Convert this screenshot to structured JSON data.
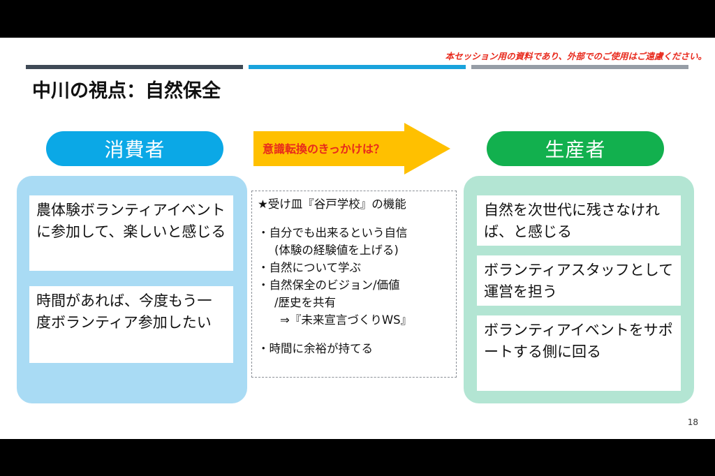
{
  "notice": "本セッション用の資料であり、外部でのご使用はご遠慮ください。",
  "title": "中川の視点：自然保全",
  "consumer": {
    "label": "消費者",
    "items": [
      "農体験ボランティアイベントに参加して、楽しいと感じる",
      "時間があれば、今度もう一度ボランティア参加したい"
    ]
  },
  "arrow_label": "意識転換のきっかけは？",
  "middle": {
    "heading": "★受け皿『谷戸学校』の機能",
    "lines": [
      "・自分でも出来るという自信",
      "(体験の経験値を上げる)",
      "・自然について学ぶ",
      "・自然保全のビジョン/価値",
      "/歴史を共有",
      "⇒『未来宣言づくりWS』",
      "・時間に余裕が持てる"
    ]
  },
  "producer": {
    "label": "生産者",
    "items": [
      "自然を次世代に残さなければ、と感じる",
      "ボランティアスタッフとして運営を担う",
      "ボランティアイベントをサポートする側に回る"
    ]
  },
  "page_number": "18",
  "colors": {
    "consumer_accent": "#0ba8e6",
    "producer_accent": "#12b04e",
    "arrow": "#ffc000",
    "notice_text": "#e8291c"
  }
}
